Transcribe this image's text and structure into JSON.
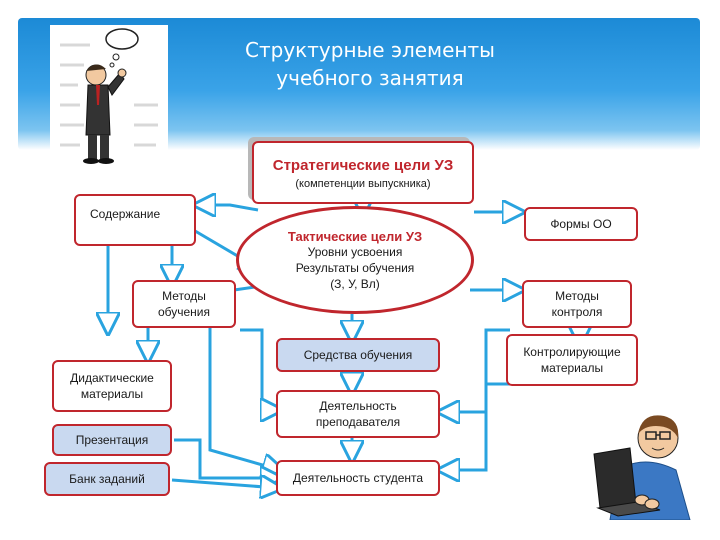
{
  "header": {
    "title_line1": "Структурные элементы",
    "title_line2": "учебного занятия",
    "color": "#1c8ad6"
  },
  "diagram": {
    "strategic": {
      "title": "Стратегические цели УЗ",
      "subtitle": "(компетенции выпускника)"
    },
    "tactical": {
      "title": "Тактические цели УЗ",
      "line1": "Уровни усвоения",
      "line2": "Результаты обучения",
      "line3": "(З, У, Вл)"
    },
    "content": "Содержание",
    "forms": "Формы ОО",
    "methods_teaching": {
      "line1": "Методы",
      "line2": "обучения"
    },
    "methods_control": {
      "line1": "Методы",
      "line2": "контроля"
    },
    "didactic": {
      "line1": "Дидактические",
      "line2": "материалы"
    },
    "control_materials": {
      "line1": "Контролирующие",
      "line2": "материалы"
    },
    "means": "Средства обучения",
    "teacher_activity": {
      "line1": "Деятельность",
      "line2": "преподавателя"
    },
    "presentation": "Презентация",
    "task_bank": "Банк заданий",
    "student_activity": "Деятельность студента",
    "colors": {
      "box_border": "#c0262d",
      "arrow": "#29a3df",
      "blue_box": "#c9d9f0"
    }
  },
  "illustrations": [
    "thinking-man-icon",
    "man-at-laptop-icon"
  ]
}
